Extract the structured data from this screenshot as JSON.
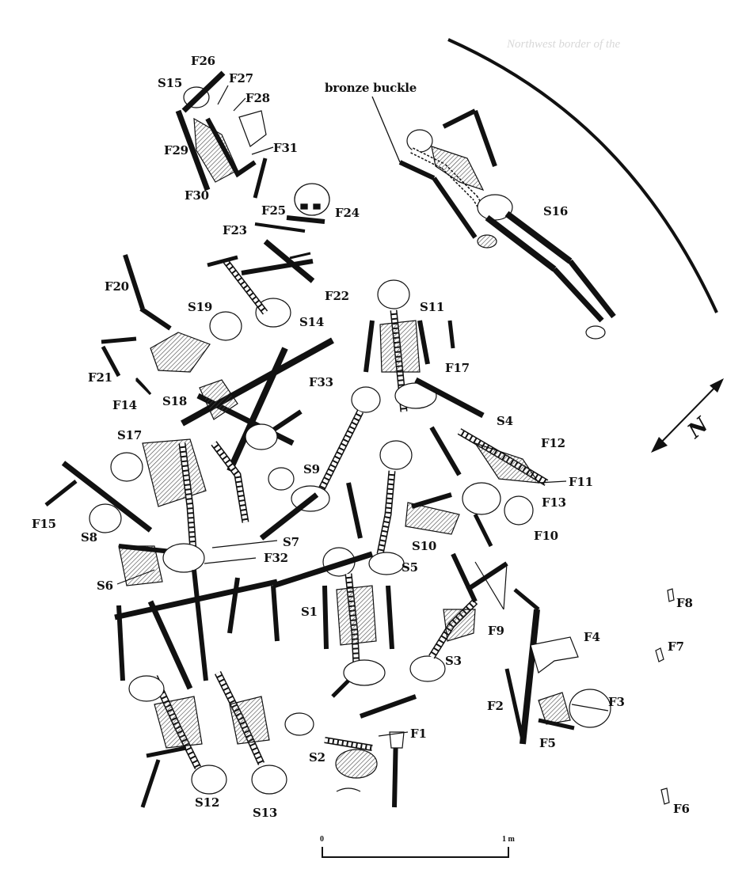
{
  "header_faint": "Northwest border of the",
  "annotation": "bronze buckle",
  "north_label": "N",
  "scale": {
    "start": "0",
    "end": "1 m"
  },
  "labels": {
    "S1": "S1",
    "S2": "S2",
    "S3": "S3",
    "S4": "S4",
    "S5": "S5",
    "S6": "S6",
    "S7": "S7",
    "S8": "S8",
    "S9": "S9",
    "S10": "S10",
    "S11": "S11",
    "S12": "S12",
    "S13": "S13",
    "S14": "S14",
    "S15": "S15",
    "S16": "S16",
    "S17": "S17",
    "S18": "S18",
    "S19": "S19",
    "F1": "F1",
    "F2": "F2",
    "F3": "F3",
    "F4": "F4",
    "F5": "F5",
    "F6": "F6",
    "F7": "F7",
    "F8": "F8",
    "F9": "F9",
    "F10": "F10",
    "F11": "F11",
    "F12": "F12",
    "F13": "F13",
    "F14": "F14",
    "F15": "F15",
    "F17": "F17",
    "F20": "F20",
    "F21": "F21",
    "F22": "F22",
    "F23": "F23",
    "F24": "F24",
    "F25": "F25",
    "F26": "F26",
    "F27": "F27",
    "F28": "F28",
    "F29": "F29",
    "F30": "F30",
    "F31": "F31",
    "F32": "F32",
    "F33": "F33"
  },
  "colors": {
    "ink": "#111111",
    "bone_fill": "#ffffff",
    "hatch": "#555555",
    "faint_text": "#d8d8d8"
  }
}
